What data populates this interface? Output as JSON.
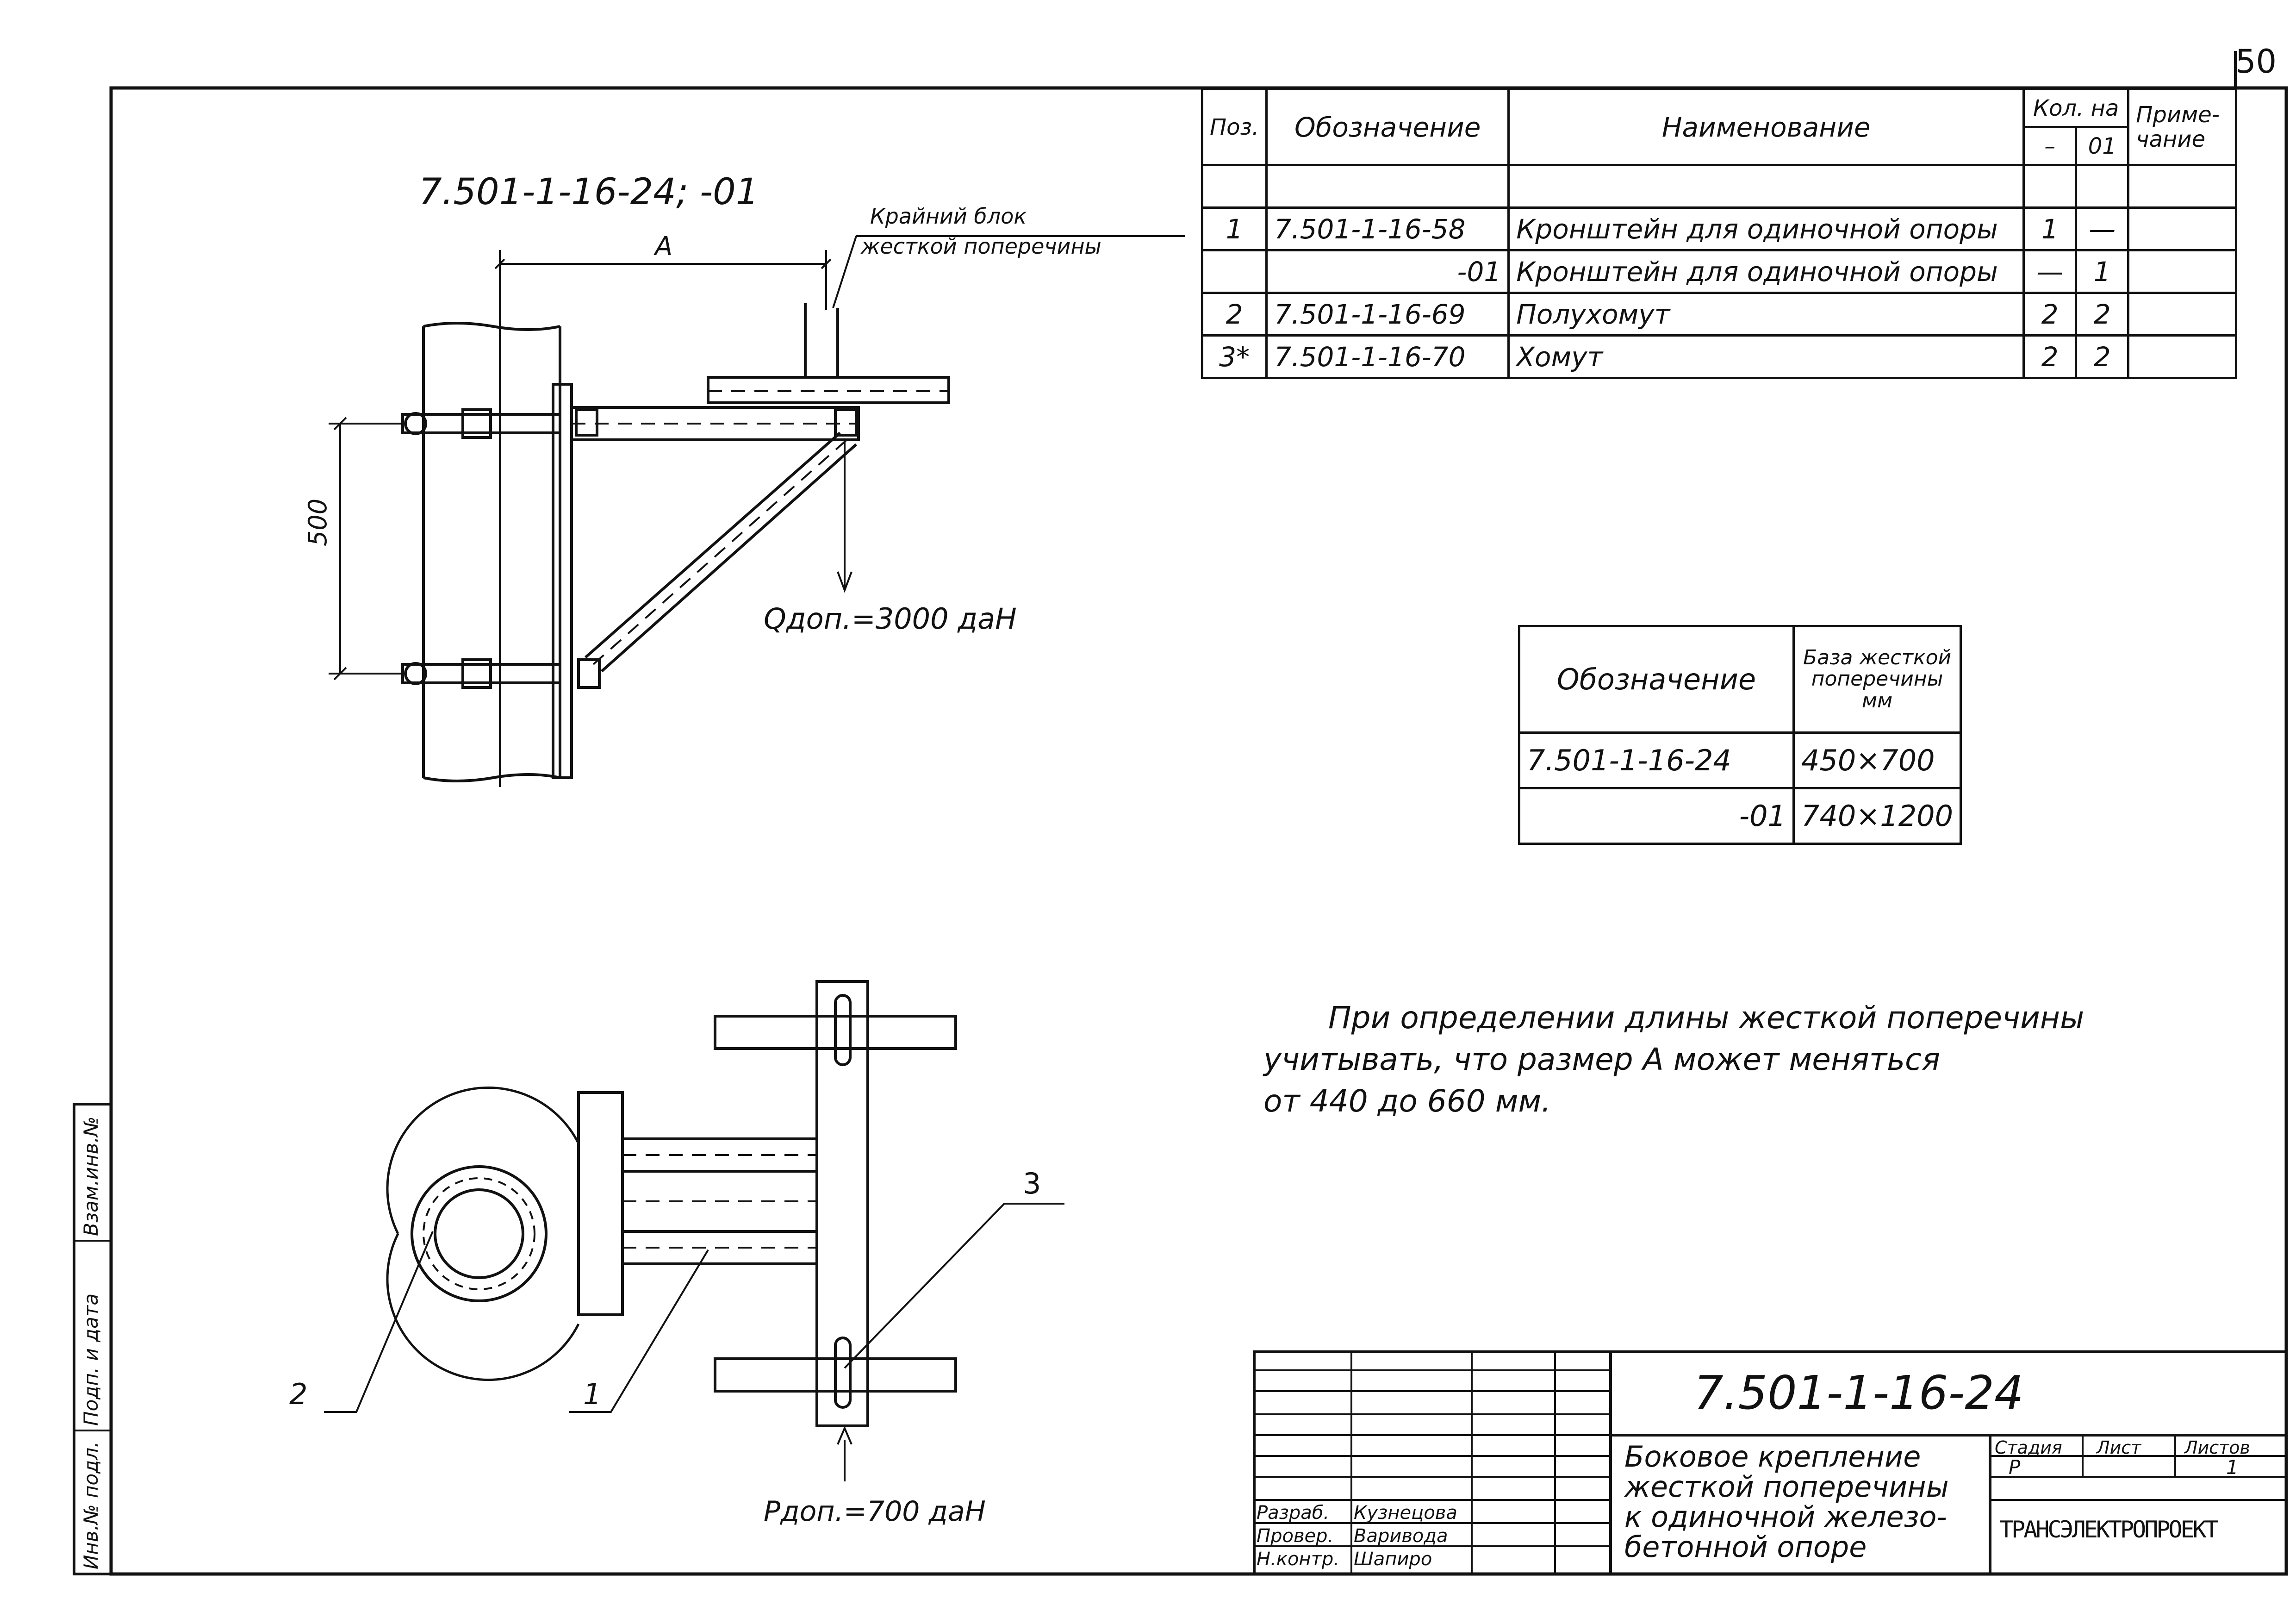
{
  "sheet_number": "50",
  "drawing_title": "7.501-1-16-24; -01",
  "labels": {
    "edge_block": [
      "Крайний блок",
      "жесткой поперечины"
    ],
    "dim_a": "A",
    "dim_500": "500",
    "q_load": "Qдоп.=3000 даН",
    "p_load": "Pдоп.=700 даН",
    "callout_1": "1",
    "callout_2": "2",
    "callout_3": "3"
  },
  "spec_table": {
    "headers": {
      "pos": "Поз.",
      "designation": "Обозначение",
      "name": "Наименование",
      "qty": "Кол. на",
      "qty_a": "–",
      "qty_b": "01",
      "note": "Приме-\nчание"
    },
    "rows": [
      {
        "pos": "",
        "designation": "",
        "name": "",
        "qa": "",
        "qb": "",
        "note": ""
      },
      {
        "pos": "1",
        "designation": "7.501-1-16-58",
        "name": "Кронштейн для одиночной опоры",
        "qa": "1",
        "qb": "—",
        "note": ""
      },
      {
        "pos": "",
        "designation": "-01",
        "name": "Кронштейн для одиночной опоры",
        "qa": "—",
        "qb": "1",
        "note": ""
      },
      {
        "pos": "2",
        "designation": "7.501-1-16-69",
        "name": "Полухомут",
        "qa": "2",
        "qb": "2",
        "note": ""
      },
      {
        "pos": "3*",
        "designation": "7.501-1-16-70",
        "name": "Хомут",
        "qa": "2",
        "qb": "2",
        "note": ""
      }
    ]
  },
  "base_table": {
    "headers": {
      "designation": "Обозначение",
      "base": "База жесткой поперечины мм"
    },
    "rows": [
      {
        "designation": "7.501-1-16-24",
        "base": "450×700"
      },
      {
        "designation": "-01",
        "base": "740×1200"
      }
    ]
  },
  "note_lines": [
    "При определении длины жесткой поперечины",
    "учитывать, что размер А может меняться",
    "от 440 до 660 мм."
  ],
  "title_block": {
    "code": "7.501-1-16-24",
    "name_lines": [
      "Боковое крепление",
      "жесткой поперечины",
      "к одиночной железо-",
      "бетонной опоре"
    ],
    "stage_label": "Стадия",
    "sheet_label": "Лист",
    "sheets_label": "Листов",
    "stage": "Р",
    "sheet": "",
    "sheets": "1",
    "org": "ТРАНСЭЛЕКТРОПРОЕКТ",
    "people": [
      {
        "role": "Разраб.",
        "name": "Кузнецова"
      },
      {
        "role": "Провер.",
        "name": "Варивода"
      },
      {
        "role": "Н.контр.",
        "name": "Шапиро"
      }
    ]
  },
  "side_stamp": [
    "Инв.№ подл.",
    "Подп. и дата",
    "Взам.инв.№"
  ]
}
